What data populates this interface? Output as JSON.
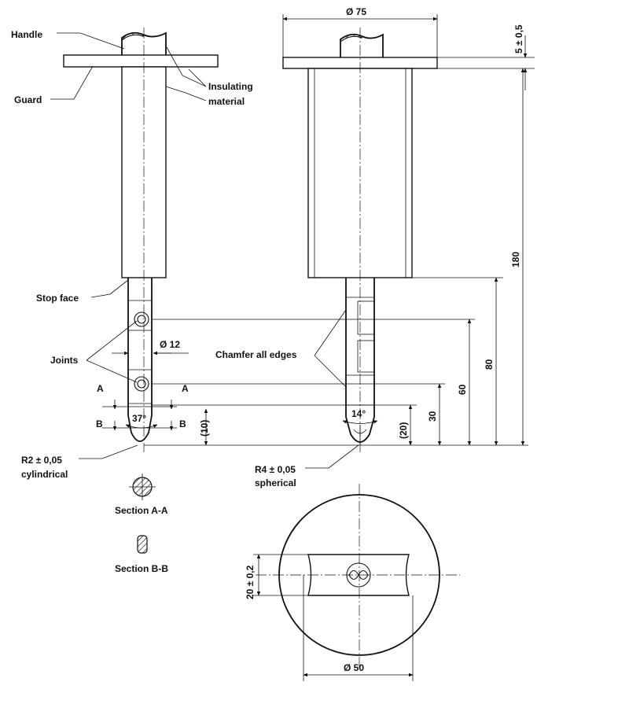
{
  "labels": {
    "handle": "Handle",
    "guard": "Guard",
    "insulating_1": "Insulating",
    "insulating_2": "material",
    "stop_face": "Stop face",
    "joints": "Joints",
    "chamfer": "Chamfer all edges",
    "r2_line1": "R2 ± 0,05",
    "r2_line2": "cylindrical",
    "r4_line1": "R4 ± 0,05",
    "r4_line2": "spherical",
    "section_aa": "Section A-A",
    "section_bb": "Section B-B",
    "cut_a": "A",
    "cut_b": "B"
  },
  "dimensions": {
    "dia_75": "Ø 75",
    "thick_5": "5 ± 0,5",
    "len_180": "180",
    "len_80": "80",
    "len_60": "60",
    "len_30": "30",
    "len_20": "(20)",
    "len_10": "(10)",
    "dia_12": "Ø 12",
    "angle_37": "37°",
    "angle_14": "14°",
    "width_20": "20 ± 0,2",
    "dia_50": "Ø 50"
  }
}
